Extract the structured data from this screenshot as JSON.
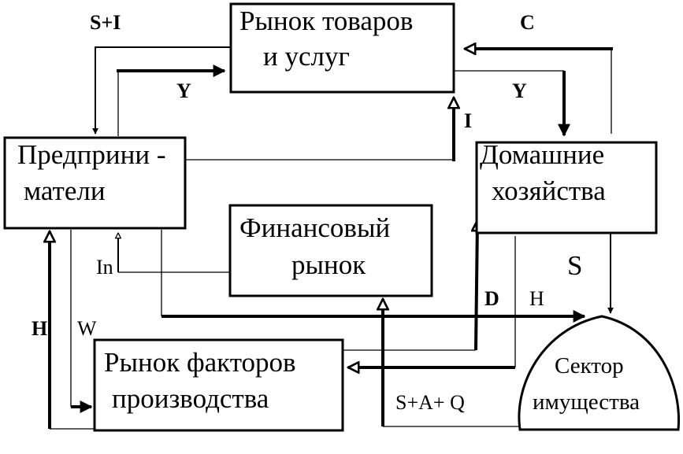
{
  "nodes": {
    "goods_market": {
      "line1": "Рынок товаров",
      "line2": "и услуг"
    },
    "entrepreneurs": {
      "line1": "Предприни -",
      "line2": "матели"
    },
    "households": {
      "line1": "Домашние",
      "line2": "хозяйства"
    },
    "financial_market": {
      "line1": "Финансовый",
      "line2": "рынок"
    },
    "factor_market": {
      "line1": "Рынок факторов",
      "line2": "производства"
    },
    "wealth_sector": {
      "line1": "Сектор",
      "line2": "имущества"
    }
  },
  "flows": {
    "savings_investment": "S+I",
    "consumption": "C",
    "income_left": "Y",
    "income_right": "Y",
    "investment": "I",
    "savings": "S",
    "interest": "In",
    "depreciation": "D",
    "taxes_h_right": "H",
    "taxes_h_left": "H",
    "wages": "W",
    "assets": "S+A+ Q"
  }
}
